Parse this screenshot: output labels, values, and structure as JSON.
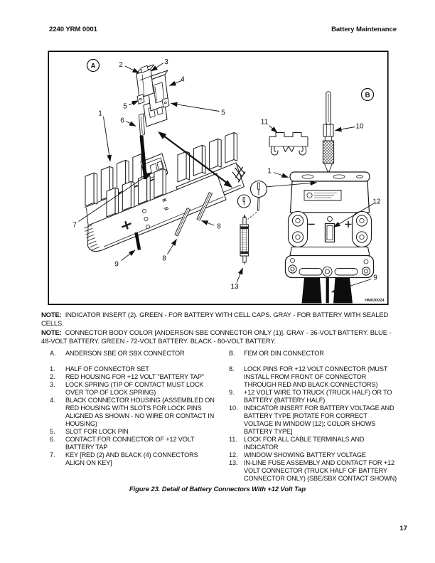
{
  "header": {
    "left": "2240 YRM 0001",
    "right": "Battery Maintenance"
  },
  "figure": {
    "caption": "Figure 23. Detail of Battery Connectors With +12 Volt Tap",
    "image_code": "HM030024",
    "views": {
      "a": "A",
      "b": "B"
    },
    "callouts": {
      "n1": "1",
      "n2": "2",
      "n3": "3",
      "n4": "4",
      "n5": "5",
      "n6": "6",
      "n7": "7",
      "n8": "8",
      "n9": "9",
      "n10": "10",
      "n11": "11",
      "n12": "12",
      "n13": "13"
    }
  },
  "notes": [
    {
      "label": "NOTE:",
      "text": "INDICATOR INSERT (2). GREEN - FOR BATTERY WITH CELL CAPS. GRAY - FOR BATTERY WITH SEALED CELLS."
    },
    {
      "label": "NOTE:",
      "text": "CONNECTOR BODY COLOR [ANDERSON SBE CONNECTOR ONLY (1)]. GRAY - 36-VOLT BATTERY. BLUE - 48-VOLT BATTERY. GREEN - 72-VOLT BATTERY. BLACK - 80-VOLT BATTERY."
    }
  ],
  "legend": {
    "left": {
      "marker": "A.",
      "heading": "ANDERSON SBE OR SBX CONNECTOR",
      "items": [
        {
          "num": "1.",
          "text": "HALF OF CONNECTOR SET"
        },
        {
          "num": "2.",
          "text": "RED HOUSING FOR +12 VOLT \"BATTERY TAP\""
        },
        {
          "num": "3.",
          "text": "LOCK SPRING (TIP OF CONTACT MUST LOCK OVER TOP OF LOCK SPRING)"
        },
        {
          "num": "4.",
          "text": "BLACK CONNECTOR HOUSING (ASSEMBLED ON RED HOUSING WITH SLOTS FOR LOCK PINS ALIGNED AS SHOWN - NO WIRE OR CONTACT IN HOUSING)"
        },
        {
          "num": "5.",
          "text": "SLOT FOR LOCK PIN"
        },
        {
          "num": "6.",
          "text": "CONTACT FOR CONNECTOR OF +12 VOLT BATTERY TAP"
        },
        {
          "num": "7.",
          "text": "KEY [RED (2) AND BLACK (4) CONNECTORS ALIGN ON KEY]"
        }
      ]
    },
    "right": {
      "marker": "B.",
      "heading": "FEM OR DIN CONNECTOR",
      "items": [
        {
          "num": "8.",
          "text": "LOCK PINS FOR +12 VOLT CONNECTOR (MUST INSTALL FROM FRONT OF CONNECTOR THROUGH RED AND BLACK CONNECTORS)"
        },
        {
          "num": "9.",
          "text": "+12 VOLT WIRE TO TRUCK (TRUCK HALF) OR TO BATTERY (BATTERY HALF)"
        },
        {
          "num": "10.",
          "text": "INDICATOR INSERT FOR BATTERY VOLTAGE AND BATTERY TYPE [ROTATE FOR CORRECT VOLTAGE IN WINDOW (12); COLOR SHOWS BATTERY TYPE]"
        },
        {
          "num": "11.",
          "text": "LOCK FOR ALL CABLE TERMINALS AND INDICATOR"
        },
        {
          "num": "12.",
          "text": "WINDOW SHOWING BATTERY VOLTAGE"
        },
        {
          "num": "13.",
          "text": "IN-LINE FUSE ASSEMBLY AND CONTACT FOR +12 VOLT CONNECTOR (TRUCK HALF OF BATTERY CONNECTOR ONLY) (SBE/SBX CONTACT SHOWN)"
        }
      ]
    }
  },
  "footer": {
    "page_number": "17"
  }
}
